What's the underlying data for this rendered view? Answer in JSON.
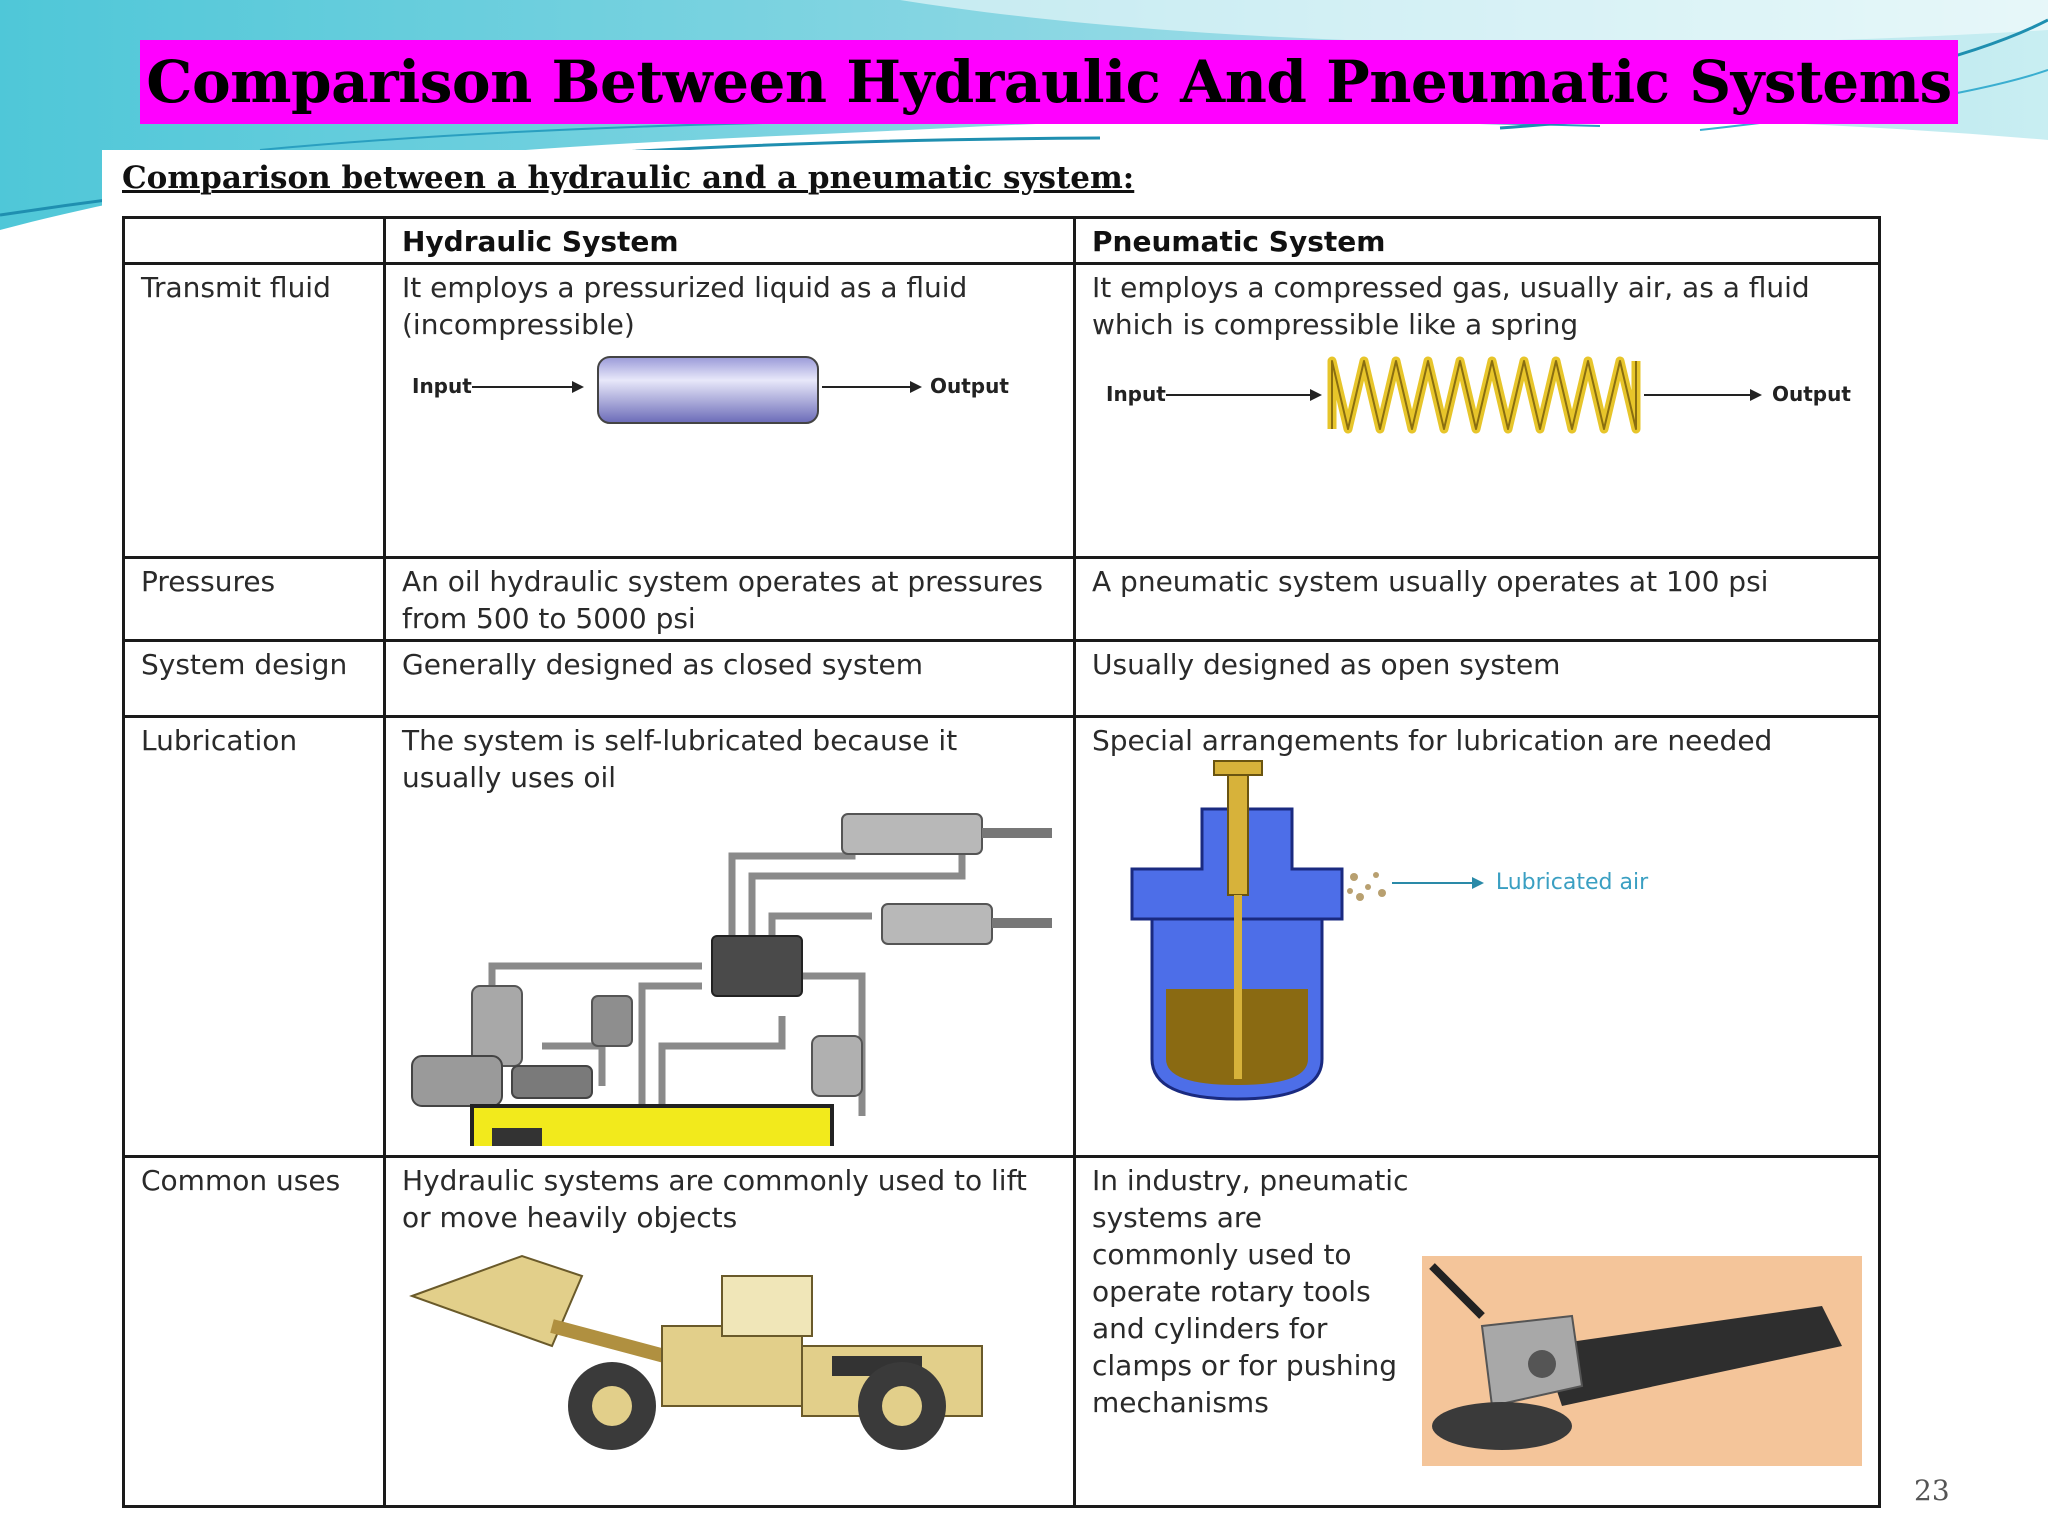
{
  "slide": {
    "title": "Comparison Between Hydraulic And Pneumatic Systems",
    "page_number": "23"
  },
  "document": {
    "subtitle": "Comparison between a hydraulic and a pneumatic system:"
  },
  "table": {
    "headers": [
      "",
      "Hydraulic System",
      "Pneumatic System"
    ],
    "rows": [
      {
        "label": "Transmit fluid",
        "hydraulic": "It employs a pressurized liquid as a fluid (incompressible)",
        "pneumatic": "It employs a compressed gas, usually air, as a fluid which is compressible like a spring"
      },
      {
        "label": "Pressures",
        "hydraulic": "An oil hydraulic system operates at pressures from 500 to 5000 psi",
        "pneumatic": "A pneumatic system usually operates at 100 psi"
      },
      {
        "label": "System design",
        "hydraulic": "Generally designed as closed system",
        "pneumatic": "Usually designed as open system"
      },
      {
        "label": "Lubrication",
        "hydraulic": "The system is self-lubricated because it usually uses oil",
        "pneumatic": "Special arrangements for lubrication are needed"
      },
      {
        "label": "Common uses",
        "hydraulic": "Hydraulic systems are commonly used to lift or move heavily objects",
        "pneumatic": "In industry, pneumatic systems are commonly used to operate rotary tools and cylinders for clamps or for pushing mechanisms"
      }
    ]
  },
  "diagrams": {
    "input_label": "Input",
    "output_label": "Output",
    "lubricated_air_label": "Lubricated air"
  },
  "colors": {
    "title_bg": "#ff00ff",
    "tank_yellow": "#f2ea1c",
    "lubricator_blue": "#4d6ee8",
    "oil_brown": "#8a6a12",
    "spring_yellow": "#e7c52a",
    "loader_tan": "#e2cf8a",
    "grinder_bg": "#f4c59a"
  }
}
